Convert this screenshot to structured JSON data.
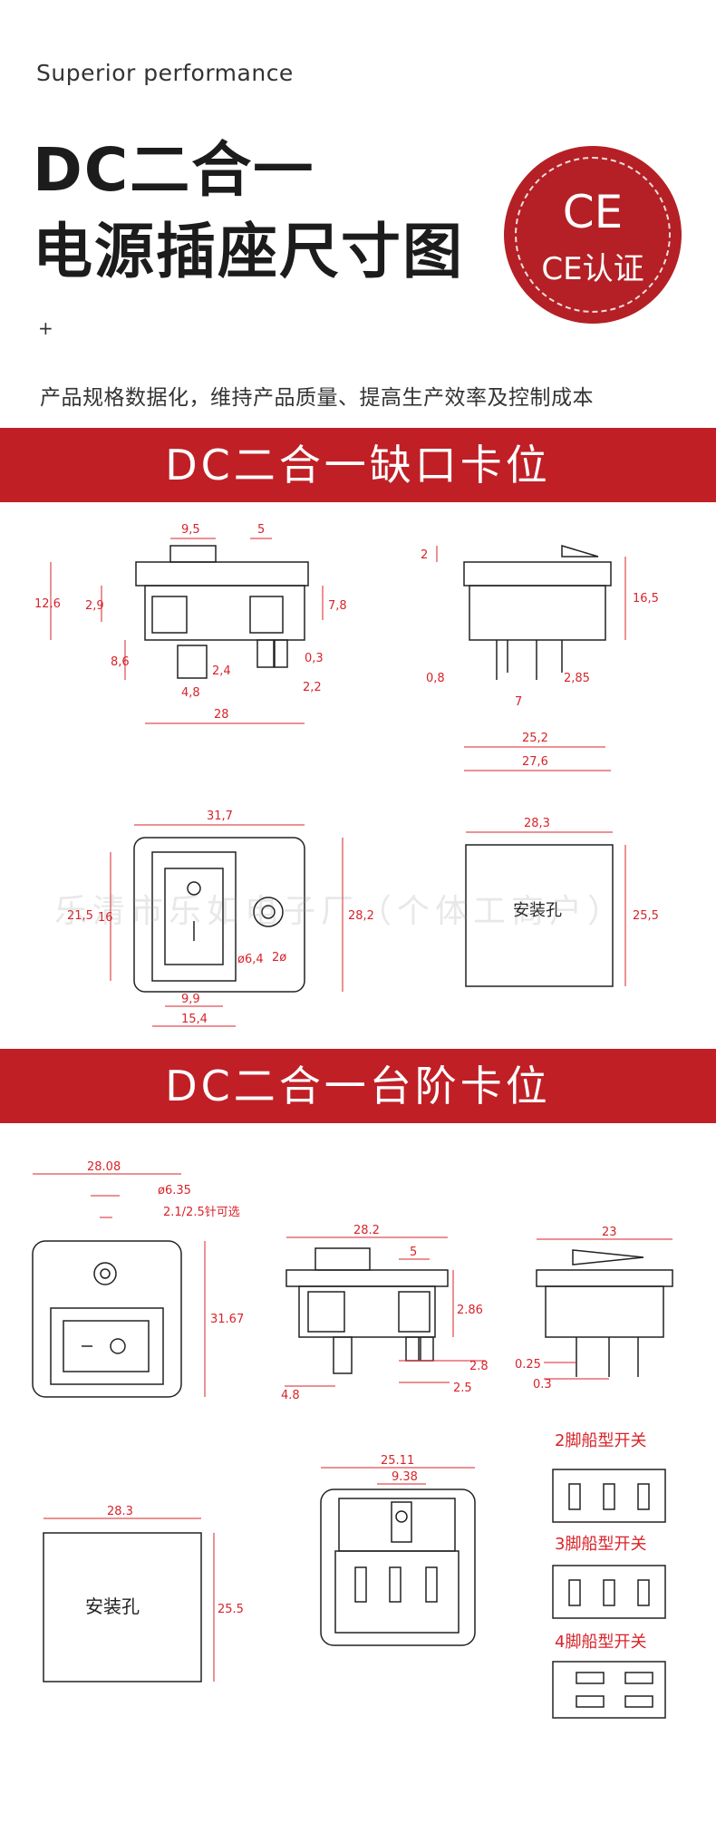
{
  "header": {
    "subtitle": "Superior performance",
    "title_line1": "DC二合一",
    "title_line2": "电源插座尺寸图",
    "plus": "+",
    "description": "产品规格数据化，维持产品质量、提高生产效率及控制成本"
  },
  "badge": {
    "mark": "CE",
    "label": "CE认证"
  },
  "section1": {
    "banner": "DC二合一缺口卡位",
    "dims": {
      "a": "9,5",
      "b": "5",
      "c": "12,6",
      "d": "2,9",
      "e": "7,8",
      "f": "8,6",
      "g": "2,4",
      "h": "0,3",
      "i": "4,8",
      "j": "2,2",
      "k": "28",
      "s1": "2",
      "s2": "16,5",
      "s3": "0,8",
      "s4": "2,85",
      "s5": "7",
      "s6": "25,2",
      "s7": "27,6",
      "p1": "31,7",
      "p2": "21,5",
      "p3": "16",
      "p4": "28,2",
      "p5": "ø6,4",
      "p6": "2ø",
      "p7": "9,9",
      "p8": "15,4",
      "m1": "28,3",
      "m2": "25,5"
    },
    "mount_label": "安装孔",
    "watermark": "乐清市乐如电子厂（个体工商户）"
  },
  "section2": {
    "banner": "DC二合一台阶卡位",
    "dims": {
      "a": "28.08",
      "b": "ø6.35",
      "c": "2.1/2.5针可选",
      "d": "31.67",
      "e": "28.2",
      "f": "5",
      "g": "2.86",
      "h": "2.8",
      "i": "4.8",
      "j": "2.5",
      "k": "23",
      "l": "0.25",
      "m": "0.3",
      "n": "28.3",
      "o": "25.5",
      "p": "25.11",
      "q": "9.38"
    },
    "mount_label": "安装孔",
    "switch_types": [
      "2脚船型开关",
      "3脚船型开关",
      "4脚船型开关"
    ]
  },
  "colors": {
    "accent": "#c01f26",
    "dimension": "#d9232a",
    "outline": "#222222"
  }
}
